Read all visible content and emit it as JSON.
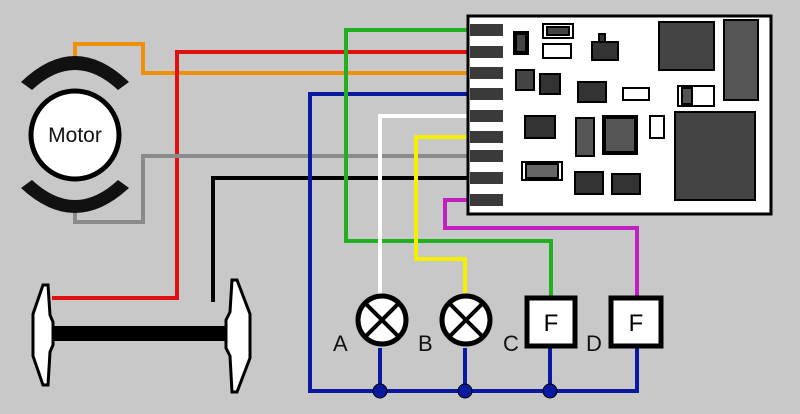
{
  "diagram": {
    "motor_label": "Motor",
    "outputs": [
      {
        "letter": "A"
      },
      {
        "letter": "B"
      },
      {
        "letter": "C",
        "box_text": "F"
      },
      {
        "letter": "D",
        "box_text": "F"
      }
    ],
    "wire_colors": {
      "orange": "#f0900a",
      "red": "#e01010",
      "gray": "#8a8a8a",
      "black": "#000000",
      "blue": "#0a1aa0",
      "green": "#20b020",
      "white": "#ffffff",
      "yellow": "#f4f000",
      "purple": "#c020c0"
    }
  }
}
